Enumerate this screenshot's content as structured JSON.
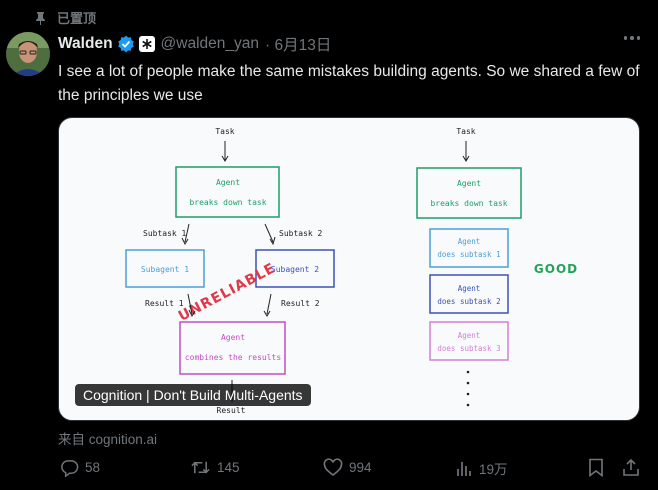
{
  "pinned": {
    "label": "已置顶",
    "icon": "pin-icon"
  },
  "author": {
    "name": "Walden",
    "handle": "@walden_yan",
    "date": "· 6月13日",
    "verified_icon": "verified-badge-icon"
  },
  "tweet": {
    "text": "I see a lot of people make the same mistakes building agents. So we shared a few of the principles we use"
  },
  "card": {
    "caption": "Cognition | Don't Build Multi-Agents",
    "source": "来自 cognition.ai",
    "diagram": {
      "left": {
        "task": "Task",
        "agent_title": "Agent",
        "agent_sub": "breaks down task",
        "subtask1": "Subtask 1",
        "subtask2": "Subtask 2",
        "subagent1": "Subagent 1",
        "subagent2": "Subagent 2",
        "result1": "Result 1",
        "result2": "Result 2",
        "combine_title": "Agent",
        "combine_sub": "combines the results",
        "result": "Result",
        "stamp": "UNRELIABLE"
      },
      "right": {
        "task": "Task",
        "agent_title": "Agent",
        "agent_sub": "breaks down task",
        "a1_title": "Agent",
        "a1_sub": "does subtask 1",
        "a2_title": "Agent",
        "a2_sub": "does subtask 2",
        "a3_title": "Agent",
        "a3_sub": "does subtask 3",
        "stamp": "GOOD"
      }
    }
  },
  "actions": {
    "reply_count": "58",
    "retweet_count": "145",
    "like_count": "994",
    "views_count": "19万"
  },
  "colors": {
    "green": "#1f9d6b",
    "blue": "#4a9fd8",
    "navy": "#3b53b8",
    "purple": "#c04fc6",
    "red": "#e0384a"
  }
}
